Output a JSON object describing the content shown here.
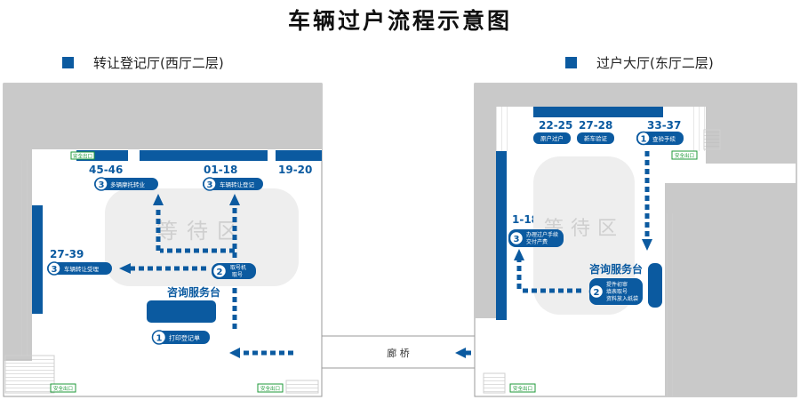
{
  "title": "车辆过户流程示意图",
  "legend": {
    "west": "转让登记厅(西厅二层)",
    "east": "过户大厅(东厅二层)"
  },
  "west": {
    "window_labels": {
      "w45_46": "45-46",
      "w01_18": "01-18",
      "w19_20": "19-20",
      "w27_39": "27-39"
    },
    "waiting_area": "等待区",
    "service_desk": "咨询服务台",
    "steps": {
      "s1": {
        "num": "1",
        "text": "打印登记单"
      },
      "s2": {
        "num": "2",
        "text1": "取号机",
        "text2": "取号"
      },
      "s3a": {
        "num": "3",
        "text": "多辆摩托转业"
      },
      "s3b": {
        "num": "3",
        "text": "车辆转让登记"
      },
      "s3c": {
        "num": "3",
        "text": "车辆转让受理"
      }
    },
    "exits": {
      "e1": "安全出口",
      "e2": "安全出口",
      "e3": "安全出口"
    }
  },
  "corridor": "廊 桥",
  "east": {
    "window_labels": {
      "w22_25": "22-25",
      "w27_28": "27-28",
      "w33_37": "33-37",
      "w1_18": "1-18"
    },
    "window_texts": {
      "w22_25": "原户过户",
      "w27_28": "新车验证"
    },
    "waiting_area": "等待区",
    "service_desk": "咨询服务台",
    "steps": {
      "s1": {
        "num": "1",
        "text": "查验手续"
      },
      "s2": {
        "num": "2",
        "text1": "提件初审",
        "text2": "填表取号",
        "text3": "资料放入纸袋"
      },
      "s3": {
        "num": "3",
        "text1": "办理过户手续",
        "text2": "交付产费"
      }
    },
    "exits": {
      "e1": "安全出口",
      "e2": "安全出口"
    }
  },
  "colors": {
    "accent": "#0b5aa0",
    "wall": "#c9c9c9",
    "waiting": "#eeeeee",
    "exit": "#1f9a3a"
  }
}
